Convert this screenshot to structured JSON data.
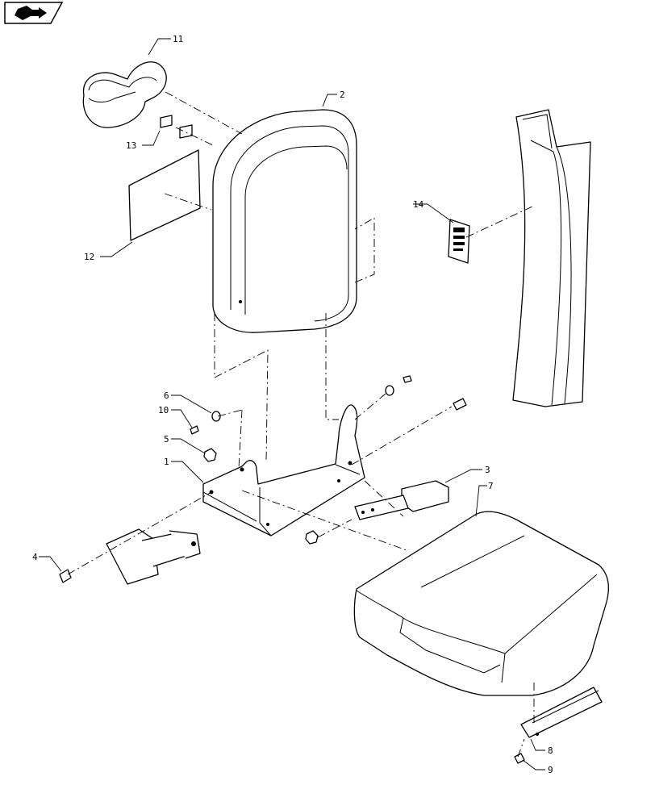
{
  "nav_icon": {
    "name": "book-arrow-icon"
  },
  "callouts": [
    {
      "id": "c1",
      "label": "1"
    },
    {
      "id": "c2",
      "label": "2"
    },
    {
      "id": "c3",
      "label": "3"
    },
    {
      "id": "c4",
      "label": "4"
    },
    {
      "id": "c5",
      "label": "5"
    },
    {
      "id": "c6",
      "label": "6"
    },
    {
      "id": "c7",
      "label": "7"
    },
    {
      "id": "c8",
      "label": "8"
    },
    {
      "id": "c9",
      "label": "9"
    },
    {
      "id": "c10",
      "label": "10"
    },
    {
      "id": "c11",
      "label": "11"
    },
    {
      "id": "c12",
      "label": "12"
    },
    {
      "id": "c13",
      "label": "13"
    },
    {
      "id": "c14",
      "label": "14"
    }
  ],
  "colors": {
    "line": "#000000",
    "background": "#ffffff"
  }
}
